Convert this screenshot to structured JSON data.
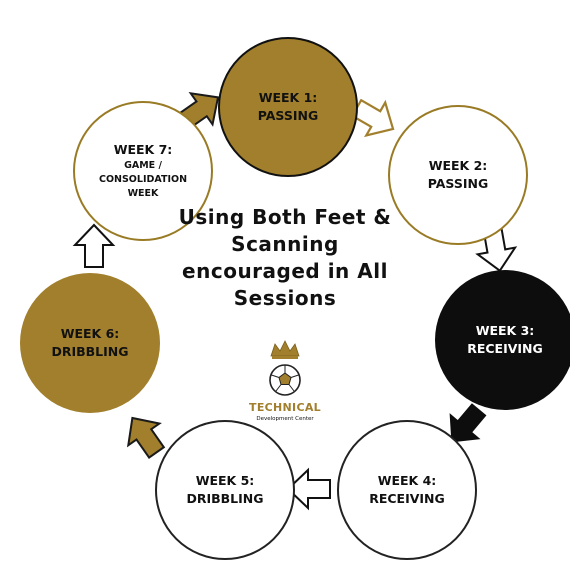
{
  "diagram": {
    "center_lines": [
      "Using Both Feet &",
      "Scanning",
      "encouraged in All",
      "Sessions"
    ],
    "logo": {
      "main": "TECHNICAL",
      "sub": "Development Center"
    },
    "nodes": [
      {
        "id": "week-1",
        "title": "WEEK 1:",
        "lines": [
          "PASSING"
        ],
        "fill": "#a17f2c"
      },
      {
        "id": "week-2",
        "title": "WEEK 2:",
        "lines": [
          "PASSING"
        ],
        "fill": "#ffffff"
      },
      {
        "id": "week-3",
        "title": "WEEK 3:",
        "lines": [
          "RECEIVING"
        ],
        "fill": "#0d0d0d"
      },
      {
        "id": "week-4",
        "title": "WEEK 4:",
        "lines": [
          "RECEIVING"
        ],
        "fill": "#ffffff"
      },
      {
        "id": "week-5",
        "title": "WEEK 5:",
        "lines": [
          "DRIBBLING"
        ],
        "fill": "#ffffff"
      },
      {
        "id": "week-6",
        "title": "WEEK 6:",
        "lines": [
          "DRIBBLING"
        ],
        "fill": "#a17f2c"
      },
      {
        "id": "week-7",
        "title": "WEEK 7:",
        "lines": [
          "GAME /",
          "CONSOLIDATION",
          "WEEK"
        ],
        "fill": "#ffffff"
      }
    ],
    "edges": [
      {
        "from": "week-7",
        "to": "week-1",
        "style": "gold"
      },
      {
        "from": "week-1",
        "to": "week-2",
        "style": "outline"
      },
      {
        "from": "week-2",
        "to": "week-3",
        "style": "outline"
      },
      {
        "from": "week-3",
        "to": "week-4",
        "style": "black"
      },
      {
        "from": "week-4",
        "to": "week-5",
        "style": "outline"
      },
      {
        "from": "week-5",
        "to": "week-6",
        "style": "gold"
      },
      {
        "from": "week-6",
        "to": "week-7",
        "style": "outline"
      }
    ]
  },
  "colors": {
    "gold": "#a17f2c",
    "black": "#0d0d0d",
    "outline_gold": "#9a7b25"
  }
}
